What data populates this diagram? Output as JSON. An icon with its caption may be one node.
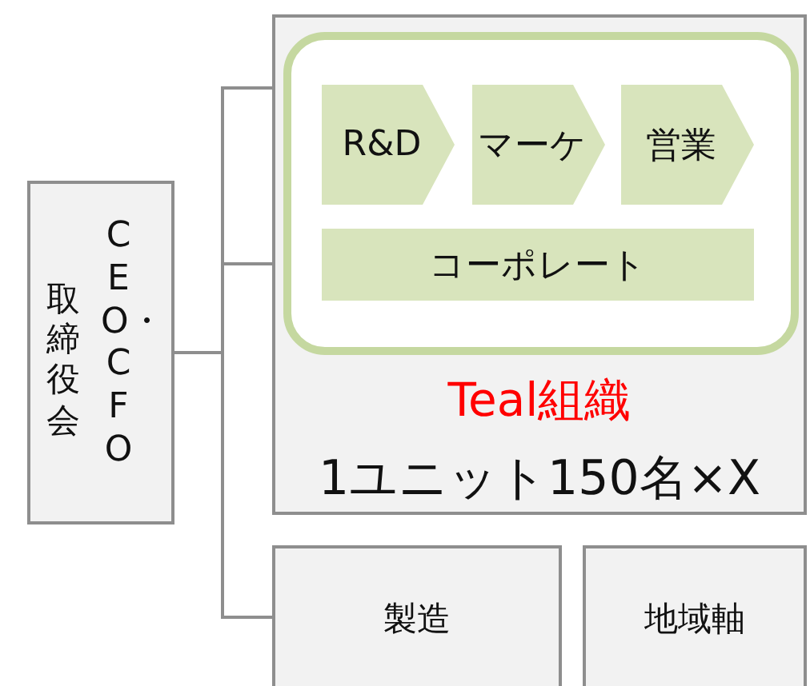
{
  "diagram": {
    "nodes": [
      {
        "text": [
          "取締役会",
          "CEO・CFO"
        ]
      },
      {
        "text": [
          "Teal組織",
          "1ユニット150名×X"
        ]
      },
      {
        "text": [],
        "shape": "box",
        "in": 1
      },
      {
        "text": [
          "R&D"
        ],
        "in": 2
      },
      {
        "text": [
          "マーケ"
        ],
        "in": 2
      },
      {
        "text": [
          "営業"
        ],
        "in": 2
      },
      {
        "text": [
          "コーポレート"
        ],
        "in": 2
      },
      {
        "text": [
          "製造"
        ]
      },
      {
        "text": [
          "地域軸"
        ]
      }
    ],
    "edges": [
      {
        "from": 0,
        "to": 1,
        "arrow": "none"
      },
      {
        "from": 0,
        "to": 1,
        "arrow": "none"
      },
      {
        "from": 0,
        "to": 7,
        "arrow": "none"
      }
    ]
  }
}
